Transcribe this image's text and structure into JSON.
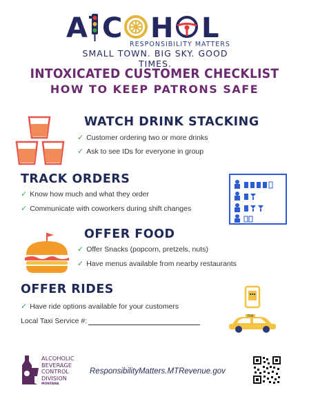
{
  "header": {
    "logo_letters": [
      "A",
      "C",
      "H",
      "L"
    ],
    "tagline": "RESPONSIBILITY MATTERS",
    "slogan": "SMALL TOWN. BIG SKY. GOOD TIMES.",
    "colors": {
      "navy": "#23285f",
      "gold": "#e3b53a",
      "purple": "#6b2a6f"
    }
  },
  "title": {
    "line1": "INTOXICATED CUSTOMER CHECKLIST",
    "line2": "HOW TO KEEP PATRONS SAFE"
  },
  "sections": {
    "stacking": {
      "heading": "WATCH DRINK STACKING",
      "items": [
        "Customer ordering two or more drinks",
        "Ask to see IDs for everyone in group"
      ],
      "icon": "shot-glasses-icon"
    },
    "orders": {
      "heading": "TRACK ORDERS",
      "items": [
        "Know how much and what they order",
        "Communicate with coworkers during shift changes"
      ],
      "icon": "order-tracker-icon"
    },
    "food": {
      "heading": "OFFER FOOD",
      "items": [
        "Offer Snacks (popcorn, pretzels, nuts)",
        "Have menus available from nearby restaurants"
      ],
      "icon": "burger-icon"
    },
    "rides": {
      "heading": "OFFER RIDES",
      "items": [
        "Have ride options available for your customers"
      ],
      "taxi_label": "Local Taxi Service #:",
      "icon": "taxi-icon",
      "taxi_sign": "TAXI"
    }
  },
  "footer": {
    "org_lines": "ALCOHOLIC\nBEVERAGE\nCONTROL\nDIVISION",
    "org_state": "MONTANA",
    "url": "ResponsibilityMatters.MTRevenue.gov",
    "qr_icon": "qr-code-icon"
  },
  "check_glyph": "✓"
}
